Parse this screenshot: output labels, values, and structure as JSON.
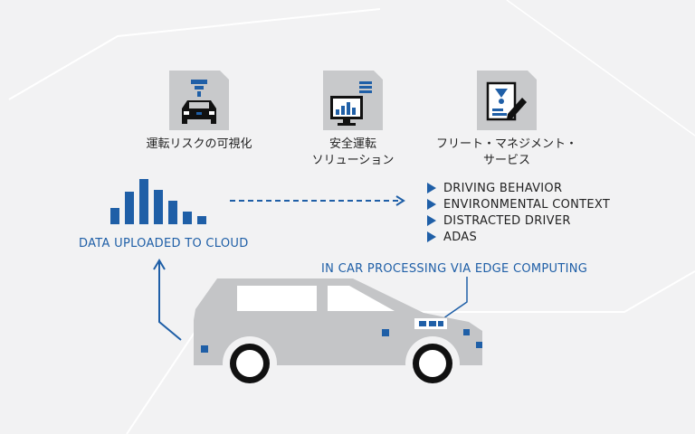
{
  "icons": [
    {
      "name": "car-risk-icon",
      "label_lines": [
        "運転リスクの可視化"
      ]
    },
    {
      "name": "monitor-chart-icon",
      "label_lines": [
        "安全運転",
        "ソリューション"
      ]
    },
    {
      "name": "document-pen-icon",
      "label_lines": [
        "フリート・マネジメント・",
        "サービス"
      ]
    }
  ],
  "cloud_caption": "DATA UPLOADED TO CLOUD",
  "edge_caption": "IN CAR PROCESSING VIA EDGE COMPUTING",
  "list_items": [
    "DRIVING BEHAVIOR",
    "ENVIRONMENTAL CONTEXT",
    "DISTRACTED DRIVER",
    "ADAS"
  ],
  "colors": {
    "accent": "#1f5fa7",
    "card": "#c8c9cb",
    "car": "#c4c5c7"
  }
}
